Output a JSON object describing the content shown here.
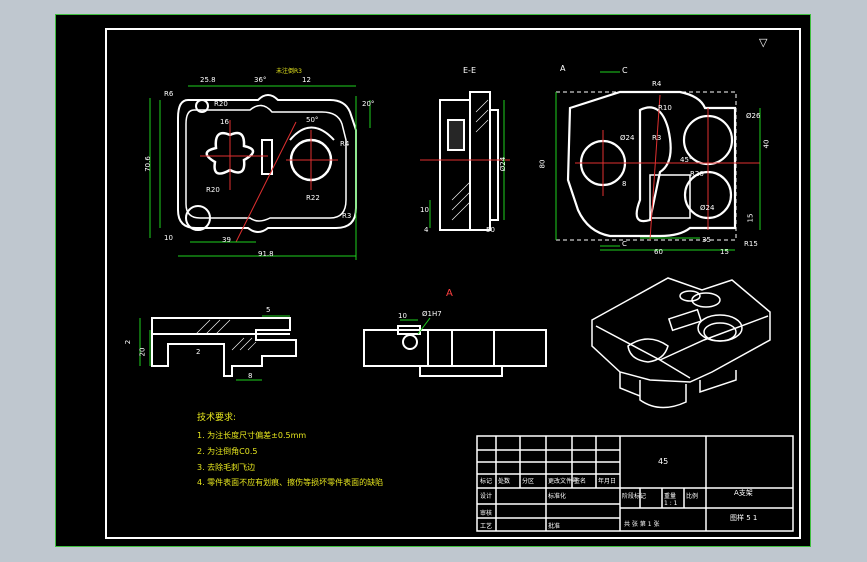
{
  "viewer": {
    "background_color": "#bfc7cf",
    "sheet_color": "#000000",
    "sheet_border_color": "#3fbf3f"
  },
  "drawing": {
    "corner_mark": "▽",
    "top_view": {
      "dims": [
        "25.8",
        "36°",
        "12",
        "R6",
        "20°",
        "16",
        "70.6",
        "50°",
        "R22",
        "R20",
        "39",
        "91.8",
        "R4",
        "R3",
        "10",
        "R20"
      ],
      "note": "未注倒R3"
    },
    "section_view": {
      "label": "E-E",
      "dims": [
        "Ø24",
        "10",
        "4",
        "50"
      ]
    },
    "right_view": {
      "label_a": "A",
      "label_c": "C",
      "dims": [
        "R4",
        "Ø26",
        "Ø24",
        "R3",
        "45°",
        "R10",
        "R20",
        "80",
        "8",
        "40",
        "15",
        "35",
        "60",
        "15",
        "R15",
        "C",
        "Ø24"
      ]
    },
    "front_view": {
      "dims": [
        "5",
        "2",
        "20",
        "2",
        "8"
      ]
    },
    "view_a": {
      "label": "A",
      "dims": [
        "10",
        "Ø1H7"
      ]
    }
  },
  "requirements": {
    "title": "技术要求:",
    "items": [
      "1. 为注长度尺寸偏差±0.5mm",
      "2. 为注倒角C0.5",
      "3. 去除毛刺飞边",
      "4. 零件表面不应有划痕、擦伤等损坏零件表面的缺陷"
    ]
  },
  "title_block": {
    "material": "45",
    "part_name": "A支架",
    "labels": [
      "标记",
      "处数",
      "分区",
      "更改文件号",
      "签名",
      "年月日",
      "设计",
      "标准化",
      "阶段标记",
      "重量",
      "比例",
      "审核",
      "工艺",
      "批准",
      "共张",
      "第张",
      "图样"
    ],
    "scale_row": "1 : 1",
    "sheet_row": "共 张 第 1 张",
    "drawing_no": "图样 5 1"
  }
}
